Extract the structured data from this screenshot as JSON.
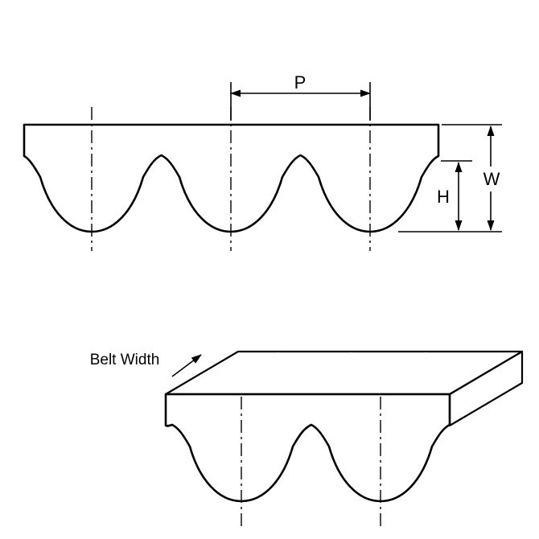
{
  "diagram": {
    "type": "timing-belt-tooth-profile",
    "labels": {
      "pitch": "P",
      "belt_thickness": "W",
      "tooth_height": "H",
      "belt_width": "Belt Width"
    },
    "colors": {
      "line": "#000000",
      "belt_fill": "#f0f0f0",
      "side_face_fill": "#fafafa",
      "top_face_fill": "#000000",
      "background": "#ffffff"
    }
  }
}
